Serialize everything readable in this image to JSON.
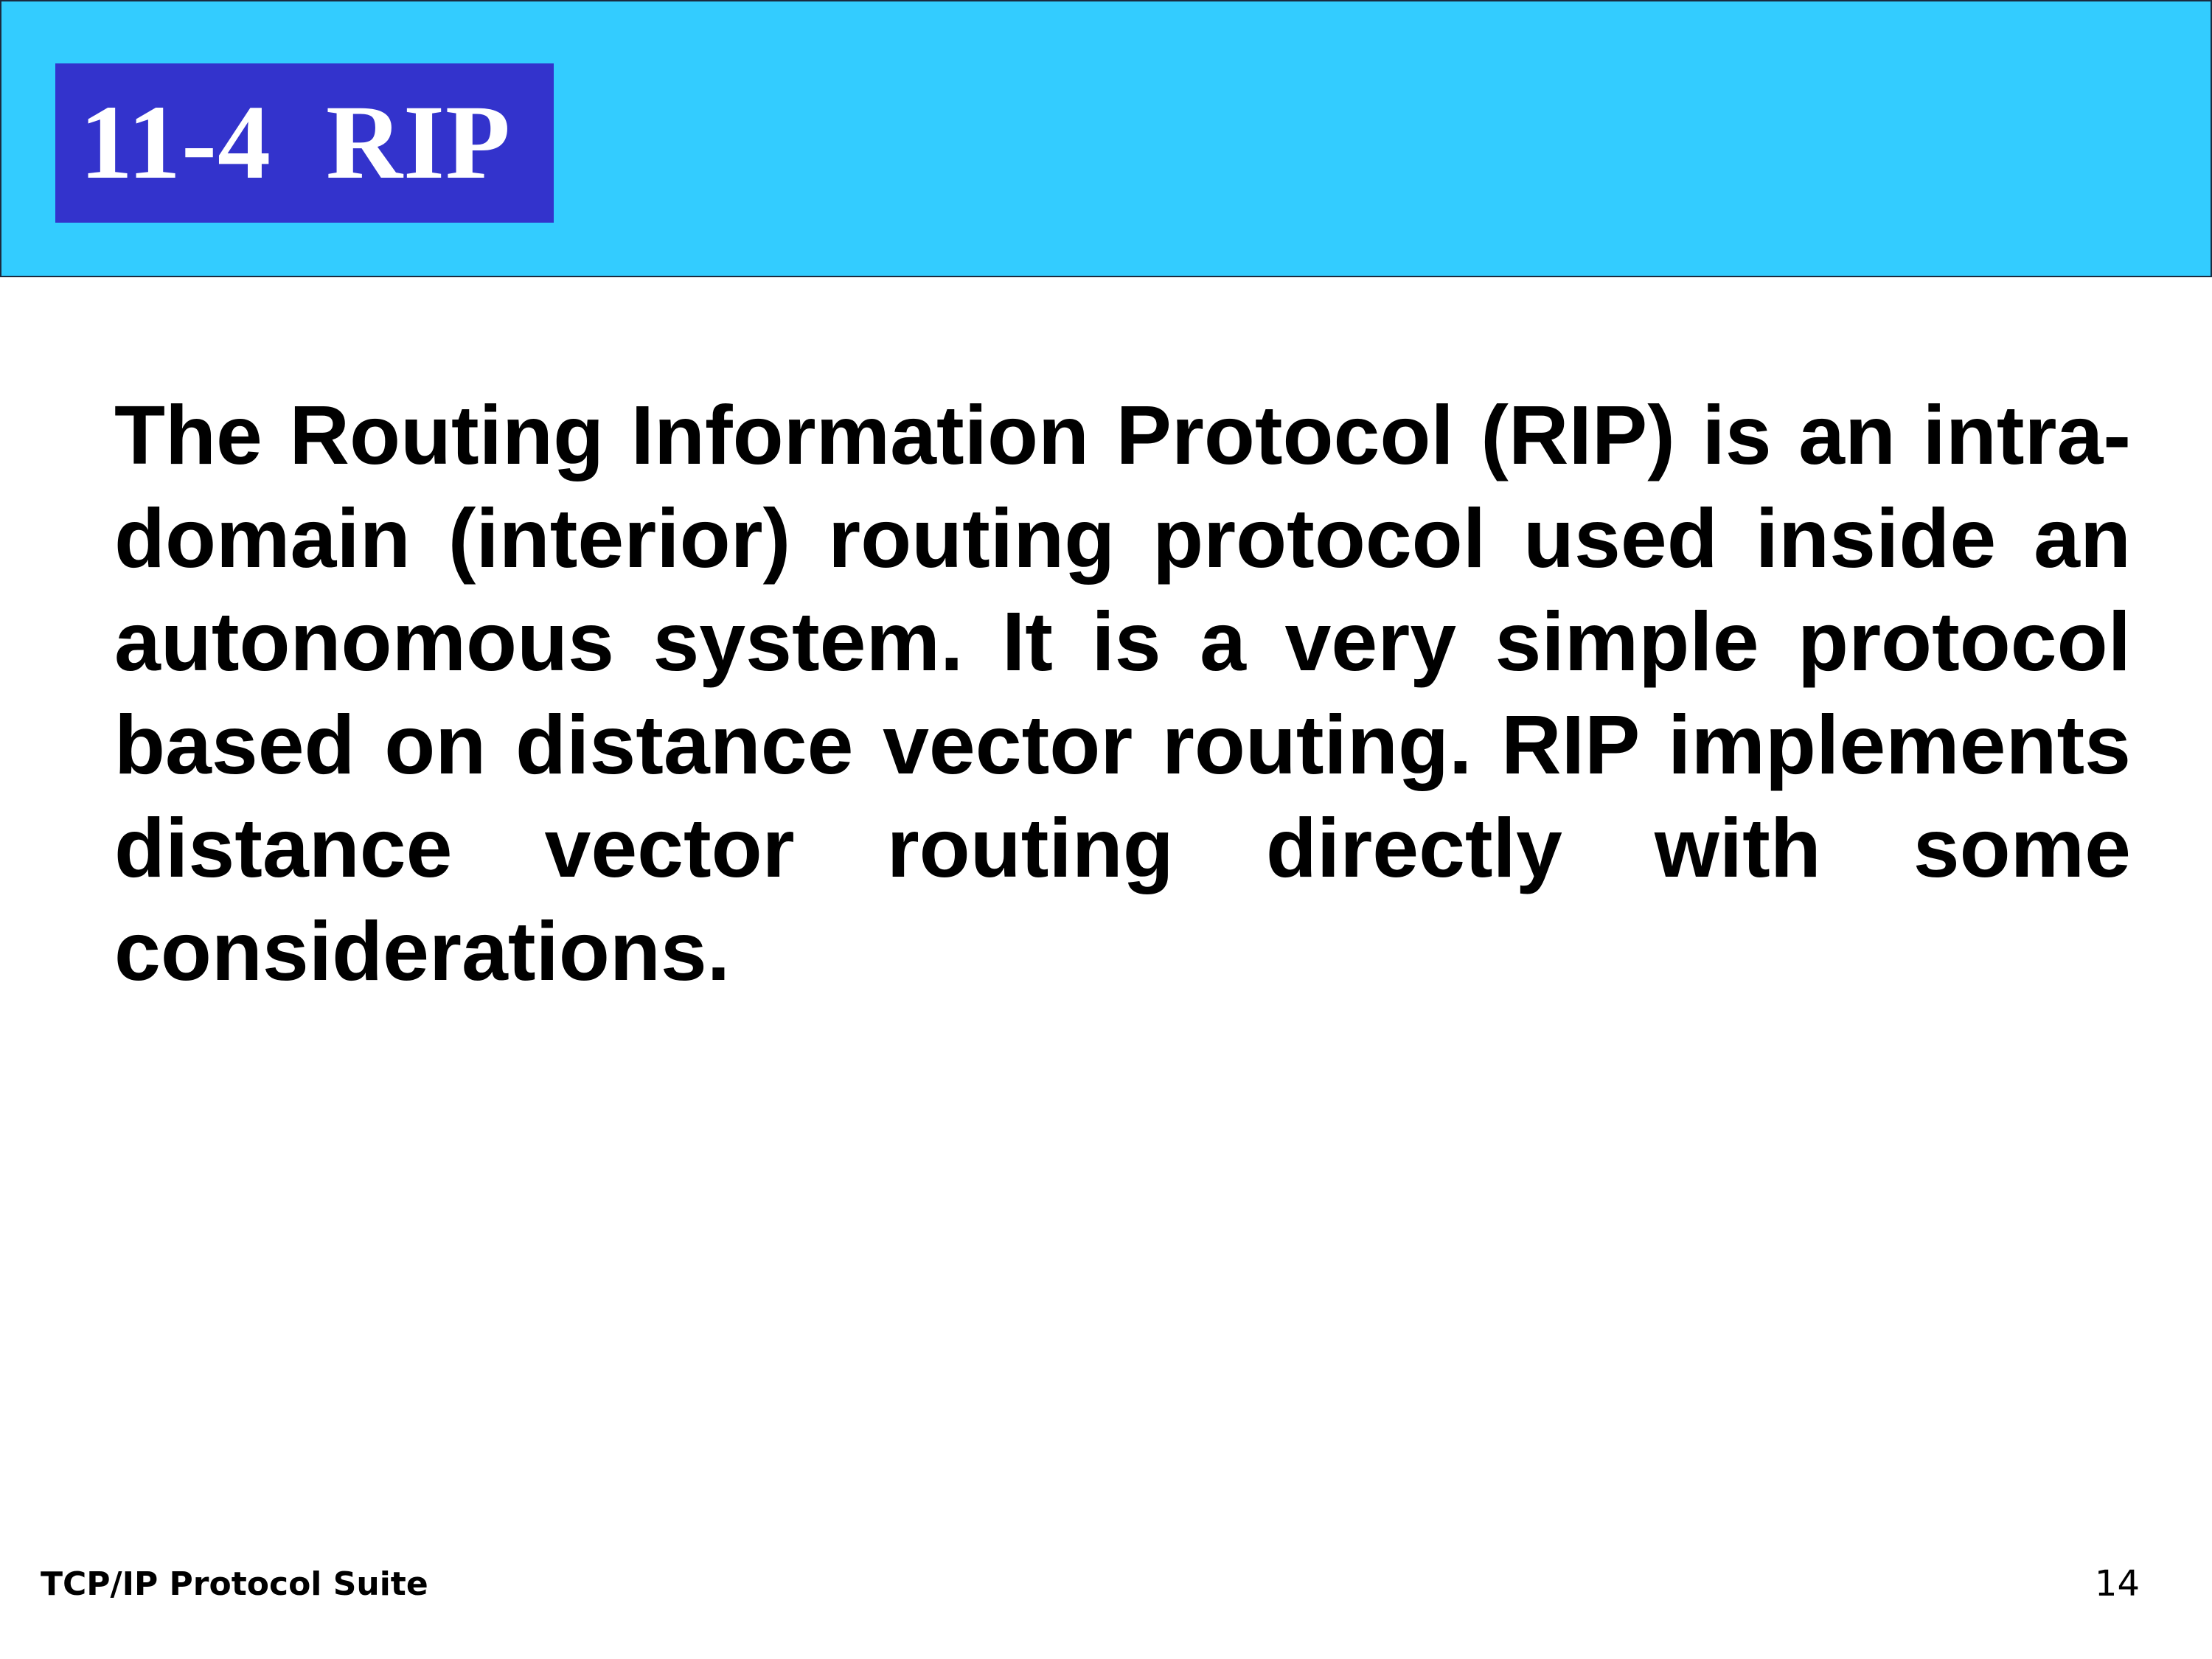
{
  "slide": {
    "title": "11-4  RIP",
    "body": "The Routing Information Protocol (RIP) is an intra-domain (interior) routing protocol used inside an autonomous system. It is a very simple protocol based on distance vector routing. RIP implements distance vector routing directly with some considerations."
  },
  "footer": {
    "course": "TCP/IP Protocol Suite",
    "page_number": "14"
  },
  "colors": {
    "header_background": "#33ccff",
    "title_box": "#3333cc",
    "title_text": "#ffffff",
    "body_text": "#000000"
  }
}
